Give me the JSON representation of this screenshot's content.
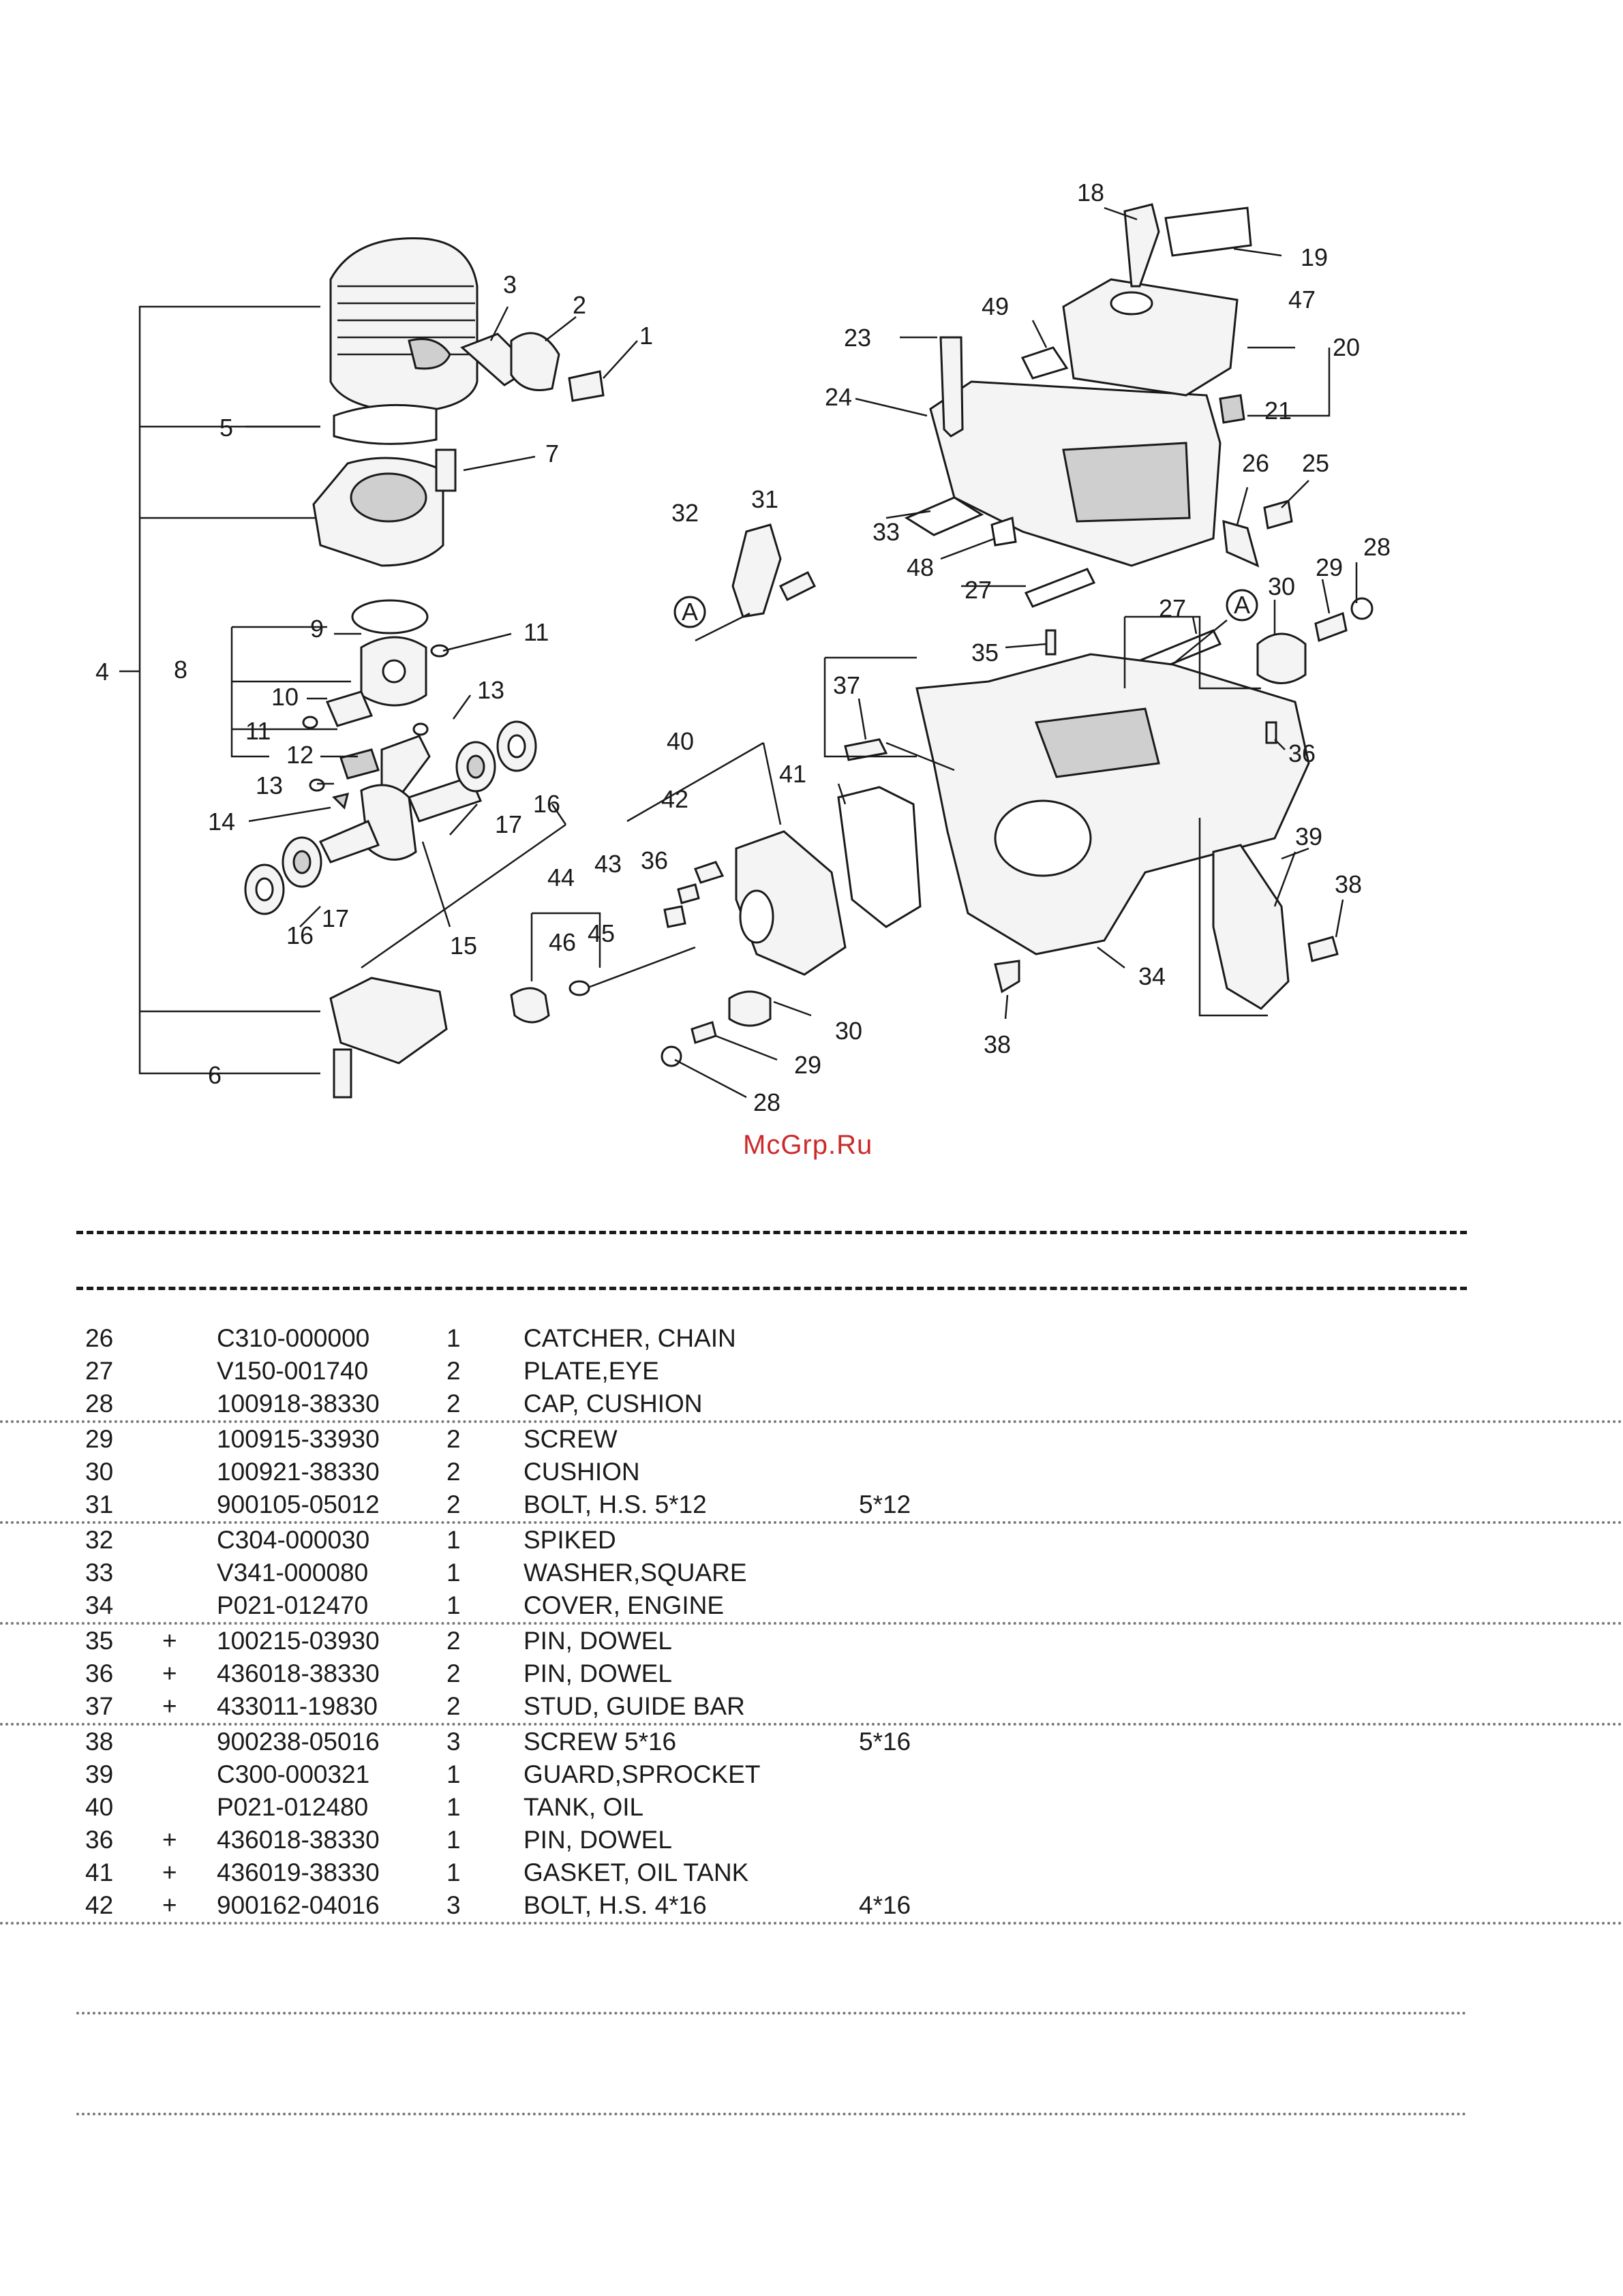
{
  "watermark": "McGrp.Ru",
  "callouts": [
    "1",
    "2",
    "3",
    "4",
    "5",
    "6",
    "7",
    "8",
    "9",
    "10",
    "11",
    "11",
    "12",
    "13",
    "13",
    "14",
    "15",
    "16",
    "16",
    "17",
    "17",
    "18",
    "19",
    "20",
    "21",
    "23",
    "24",
    "25",
    "26",
    "27",
    "27",
    "28",
    "28",
    "29",
    "29",
    "30",
    "30",
    "31",
    "32",
    "33",
    "34",
    "35",
    "36",
    "36",
    "37",
    "38",
    "38",
    "39",
    "40",
    "41",
    "42",
    "43",
    "44",
    "45",
    "46",
    "47",
    "48",
    "49",
    "A",
    "A"
  ],
  "parts_table": {
    "rows": [
      {
        "no": "26",
        "mark": "",
        "part_no": "C310-000000",
        "qty": "1",
        "description": "CATCHER, CHAIN",
        "remarks": ""
      },
      {
        "no": "27",
        "mark": "",
        "part_no": "V150-001740",
        "qty": "2",
        "description": "PLATE,EYE",
        "remarks": ""
      },
      {
        "no": "28",
        "mark": "",
        "part_no": "100918-38330",
        "qty": "2",
        "description": "CAP, CUSHION",
        "remarks": ""
      },
      {
        "no": "29",
        "mark": "",
        "part_no": "100915-33930",
        "qty": "2",
        "description": "SCREW",
        "remarks": ""
      },
      {
        "no": "30",
        "mark": "",
        "part_no": "100921-38330",
        "qty": "2",
        "description": "CUSHION",
        "remarks": ""
      },
      {
        "no": "31",
        "mark": "",
        "part_no": "900105-05012",
        "qty": "2",
        "description": "BOLT, H.S.  5*12",
        "remarks": "5*12"
      },
      {
        "no": "32",
        "mark": "",
        "part_no": "C304-000030",
        "qty": "1",
        "description": "SPIKED",
        "remarks": ""
      },
      {
        "no": "33",
        "mark": "",
        "part_no": "V341-000080",
        "qty": "1",
        "description": "WASHER,SQUARE",
        "remarks": ""
      },
      {
        "no": "34",
        "mark": "",
        "part_no": "P021-012470",
        "qty": "1",
        "description": "COVER, ENGINE",
        "remarks": ""
      },
      {
        "no": "35",
        "mark": "+",
        "part_no": "100215-03930",
        "qty": "2",
        "description": "PIN, DOWEL",
        "remarks": ""
      },
      {
        "no": "36",
        "mark": "+",
        "part_no": "436018-38330",
        "qty": "2",
        "description": "PIN, DOWEL",
        "remarks": ""
      },
      {
        "no": "37",
        "mark": "+",
        "part_no": "433011-19830",
        "qty": "2",
        "description": "STUD, GUIDE BAR",
        "remarks": ""
      },
      {
        "no": "38",
        "mark": "",
        "part_no": "900238-05016",
        "qty": "3",
        "description": "SCREW 5*16",
        "remarks": "5*16"
      },
      {
        "no": "39",
        "mark": "",
        "part_no": "C300-000321",
        "qty": "1",
        "description": "GUARD,SPROCKET",
        "remarks": ""
      },
      {
        "no": "40",
        "mark": "",
        "part_no": "P021-012480",
        "qty": "1",
        "description": "TANK, OIL",
        "remarks": ""
      },
      {
        "no": "36",
        "mark": "+",
        "part_no": "436018-38330",
        "qty": "1",
        "description": "PIN, DOWEL",
        "remarks": ""
      },
      {
        "no": "41",
        "mark": "+",
        "part_no": "436019-38330",
        "qty": "1",
        "description": "GASKET, OIL TANK",
        "remarks": ""
      },
      {
        "no": "42",
        "mark": "+",
        "part_no": "900162-04016",
        "qty": "3",
        "description": "BOLT, H.S.  4*16",
        "remarks": "4*16"
      }
    ]
  }
}
